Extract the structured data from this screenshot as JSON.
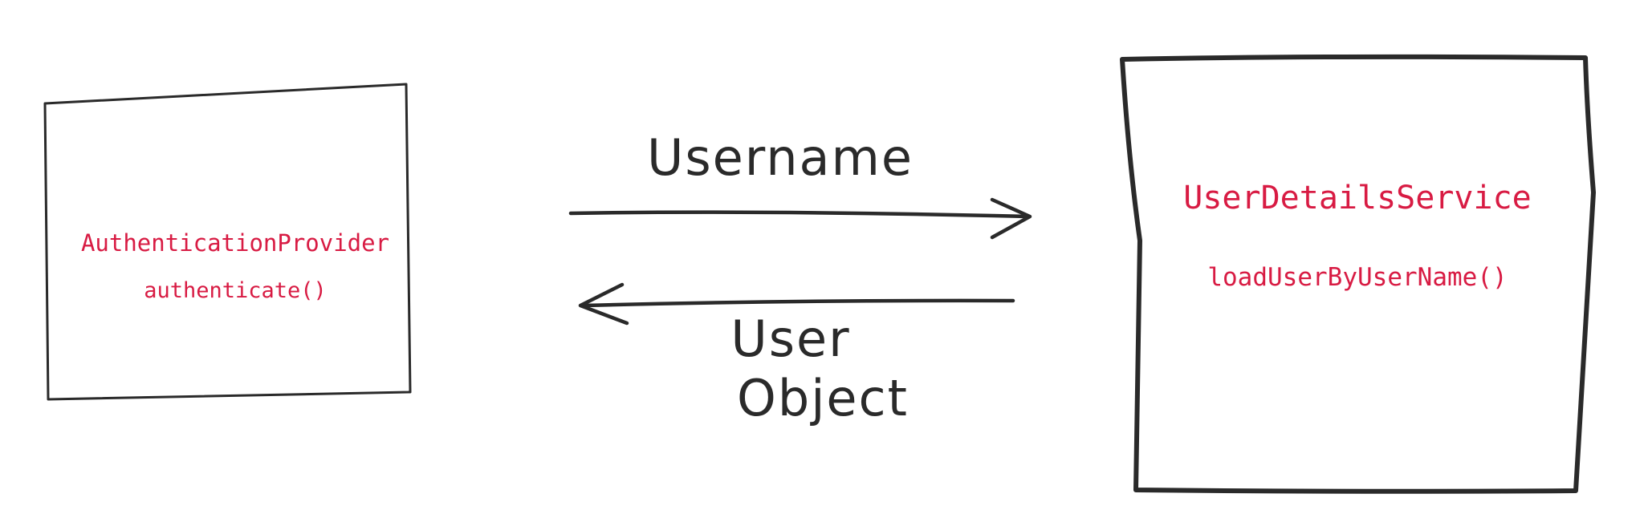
{
  "left_box": {
    "title": "AuthenticationProvider",
    "method": "authenticate()"
  },
  "right_box": {
    "title": "UserDetailsService",
    "method": "loadUserByUserName()"
  },
  "arrow_right": {
    "label": "Username"
  },
  "arrow_left": {
    "label_line1": "User",
    "label_line2": "Object"
  },
  "colors": {
    "code_text": "#d81b43",
    "ink": "#2a2a2a"
  }
}
